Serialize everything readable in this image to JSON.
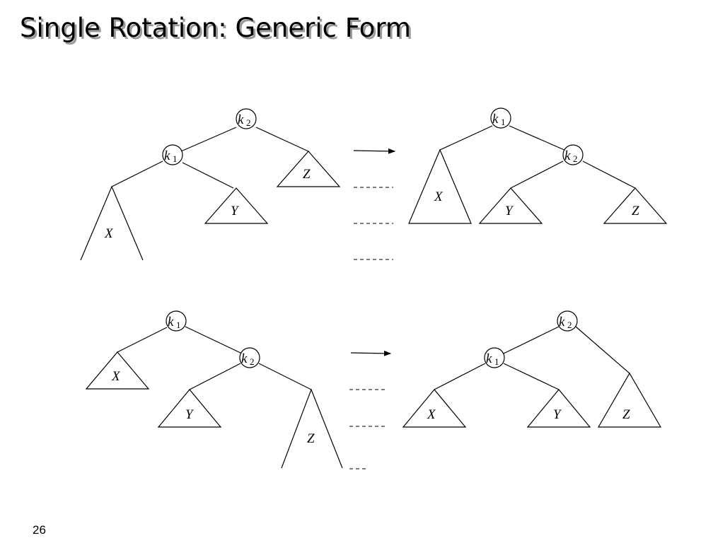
{
  "slide": {
    "title": "Single Rotation: Generic Form",
    "page_number": "26"
  },
  "diagram": {
    "node_letter": "k",
    "subtree_labels": {
      "x": "X",
      "y": "Y",
      "z": "Z"
    },
    "top_before": {
      "root": "2",
      "child": "1"
    },
    "top_after": {
      "root": "1",
      "child": "2"
    },
    "bottom_before": {
      "root": "1",
      "child": "2"
    },
    "bottom_after": {
      "root": "2",
      "child": "1"
    }
  },
  "colors": {
    "text": "#000000",
    "title_shadow": "#9a9a9a",
    "background": "#ffffff"
  }
}
